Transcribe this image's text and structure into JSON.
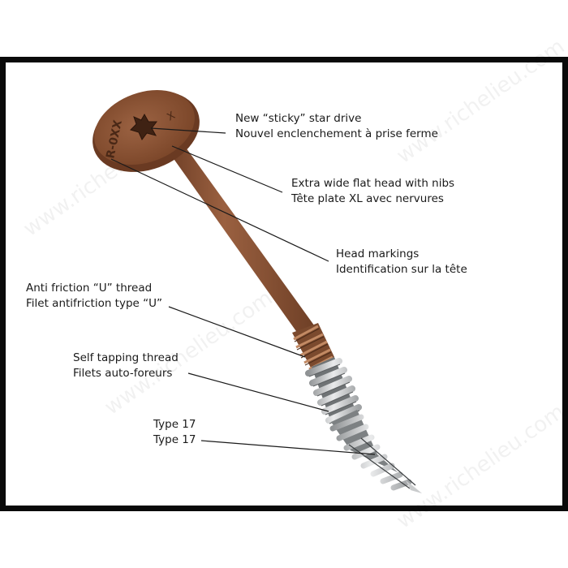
{
  "watermark": "www.richelieu.com",
  "screw": {
    "head_marking": "R-0XX",
    "head_mark_x": "X",
    "color": "#8a5334"
  },
  "callouts": [
    {
      "line1": "New “sticky” star drive",
      "line2": "Nouvel enclenchement à prise ferme"
    },
    {
      "line1": "Extra wide flat head with nibs",
      "line2": "Tête plate XL avec nervures"
    },
    {
      "line1": "Head markings",
      "line2": "Identification sur la tête"
    },
    {
      "line1": "Anti friction “U” thread",
      "line2": "Filet antifriction type “U”"
    },
    {
      "line1": "Self tapping thread",
      "line2": "Filets auto-foreurs"
    },
    {
      "line1": "Type 17",
      "line2": "Type 17"
    }
  ]
}
